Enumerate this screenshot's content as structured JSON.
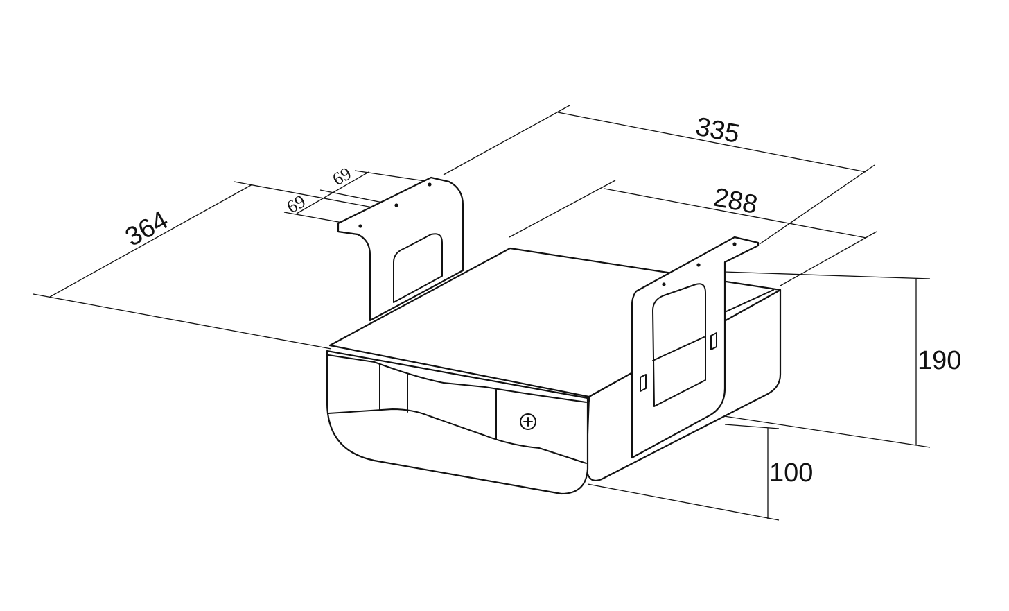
{
  "figure": {
    "dimensions": {
      "depth": "364",
      "outer_width": "335",
      "inner_width": "288",
      "total_height": "190",
      "drawer_height": "100",
      "hole_spacing_a": "69",
      "hole_spacing_b": "69"
    }
  },
  "colors": {
    "line": "#111111",
    "background": "#ffffff"
  }
}
